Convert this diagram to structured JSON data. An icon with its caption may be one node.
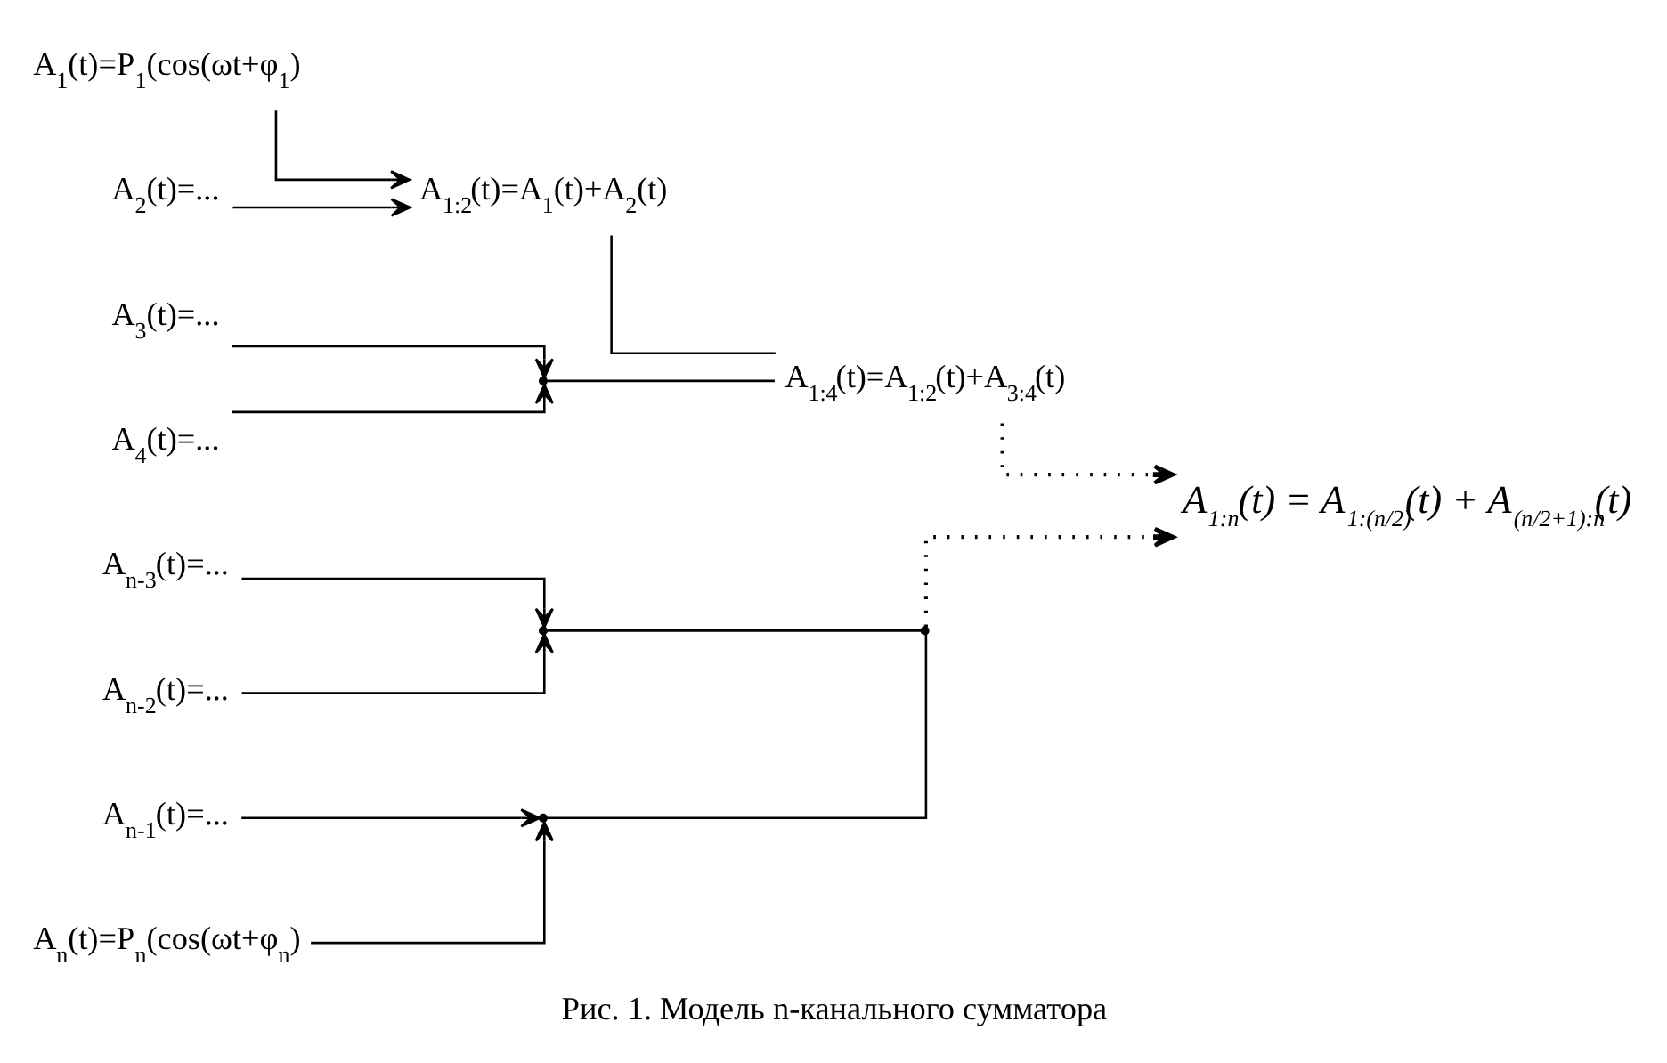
{
  "diagram": {
    "caption": "Рис. 1. Модель n-канального сумматора",
    "nodes": [
      {
        "text": [
          "A$_{1}$(t)=P$_{1}$(cos(ωt+φ$_{1}$)"
        ]
      },
      {
        "text": [
          "A$_{2}$(t)=..."
        ]
      },
      {
        "text": [
          "A$_{3}$(t)=..."
        ]
      },
      {
        "text": [
          "A$_{4}$(t)=..."
        ]
      },
      {
        "text": [
          "A$_{1:2}$(t)=A$_{1}$(t)+A$_{2}$(t)"
        ]
      },
      {
        "text": [],
        "shape": "point"
      },
      {
        "text": [
          "A$_{1:4}$(t)=A$_{1:2}$(t)+A$_{3:4}$(t)"
        ]
      },
      {
        "text": [
          "A$_{n-3}$(t)=..."
        ]
      },
      {
        "text": [
          "A$_{n-2}$(t)=..."
        ]
      },
      {
        "text": [
          "A$_{n-1}$(t)=..."
        ]
      },
      {
        "text": [
          "A$_{n}$(t)=P$_{n}$(cos(ωt+φ$_{n}$)"
        ]
      },
      {
        "text": [],
        "shape": "point"
      },
      {
        "text": [],
        "shape": "point"
      },
      {
        "text": [],
        "shape": "point"
      },
      {
        "text": [
          "A$_{1:n}$(t) = A$_{1:(n/2)}$(t) + A$_{(n/2+1):n}$(t)"
        ]
      }
    ],
    "edges": [
      {
        "from": 0,
        "to": 4,
        "arrow": "to"
      },
      {
        "from": 1,
        "to": 4,
        "arrow": "to"
      },
      {
        "from": 2,
        "to": 5,
        "arrow": "to"
      },
      {
        "from": 3,
        "to": 5,
        "arrow": "to"
      },
      {
        "from": 4,
        "to": 6,
        "arrow": "none"
      },
      {
        "from": 5,
        "to": 6,
        "arrow": "none"
      },
      {
        "from": 7,
        "to": 11,
        "arrow": "to"
      },
      {
        "from": 8,
        "to": 11,
        "arrow": "to"
      },
      {
        "from": 9,
        "to": 12,
        "arrow": "to"
      },
      {
        "from": 10,
        "to": 12,
        "arrow": "to"
      },
      {
        "from": 11,
        "to": 13,
        "arrow": "none"
      },
      {
        "from": 12,
        "to": 13,
        "arrow": "none"
      },
      {
        "from": 6,
        "to": 14,
        "arrow": "to",
        "style": "dashed"
      },
      {
        "from": 13,
        "to": 14,
        "arrow": "to",
        "style": "dashed"
      }
    ]
  }
}
